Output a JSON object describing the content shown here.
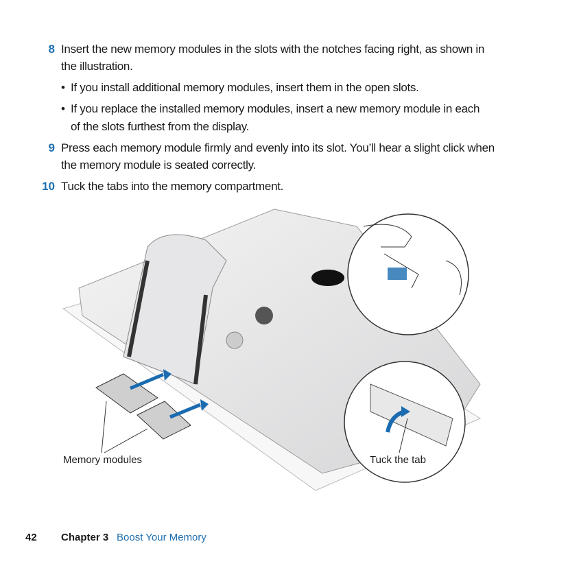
{
  "steps": [
    {
      "number": "8",
      "lines": [
        "Insert the new memory modules in the slots with the notches facing right, as shown in",
        "the illustration."
      ]
    },
    {
      "number": "9",
      "lines": [
        "Press each memory module firmly and evenly into its slot. You’ll hear a slight click when",
        "the memory module is seated correctly."
      ]
    },
    {
      "number": "10",
      "lines": [
        "Tuck the tabs into the memory compartment."
      ]
    }
  ],
  "bullets": [
    {
      "lines": [
        "If you install additional memory modules, insert them in the open slots."
      ]
    },
    {
      "lines": [
        "If you replace the installed memory modules, insert a new memory module in each",
        "of the slots furthest from the display."
      ]
    }
  ],
  "bullet_glyph": "•",
  "illustration": {
    "label_memory_modules": "Memory modules",
    "label_tuck_tab": "Tuck the tab"
  },
  "footer": {
    "page_number": "42",
    "chapter": "Chapter 3",
    "chapter_title": "Boost Your Memory"
  },
  "colors": {
    "accent": "#1d6fb0",
    "arrow": "#1a6bb0"
  }
}
